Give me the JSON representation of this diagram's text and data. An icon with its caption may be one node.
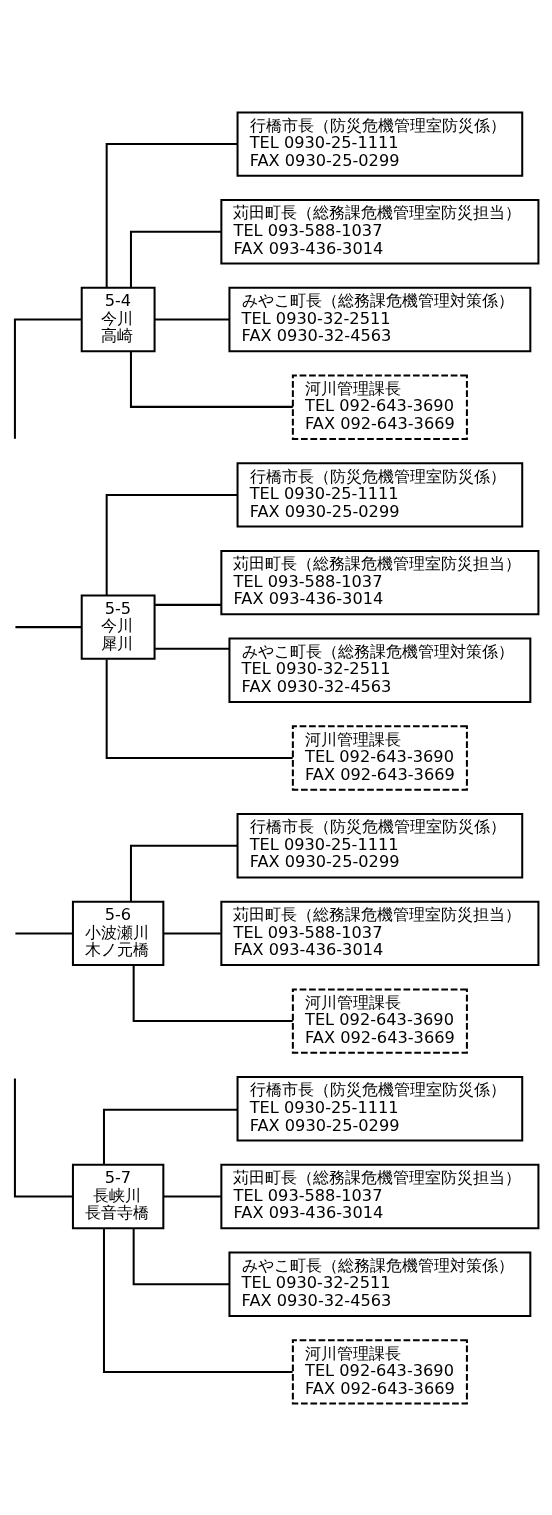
{
  "diagram": {
    "nodes": [
      {
        "text": [
          "5-4",
          "今川",
          "高崎"
        ]
      },
      {
        "text": [
          "行橋市長（防災危機管理室防災係）",
          "TEL 0930-25-1111",
          "FAX 0930-25-0299"
        ]
      },
      {
        "text": [
          "苅田町長（総務課危機管理室防災担当）",
          "TEL 093-588-1037",
          "FAX 093-436-3014"
        ]
      },
      {
        "text": [
          "みやこ町長（総務課危機管理対策係）",
          "TEL 0930-32-2511",
          "FAX 0930-32-4563"
        ]
      },
      {
        "text": [
          "河川管理課長",
          "TEL 092-643-3690",
          "FAX 092-643-3669"
        ]
      },
      {
        "text": [
          "5-5",
          "今川",
          "犀川"
        ]
      },
      {
        "text": [
          "行橋市長（防災危機管理室防災係）",
          "TEL 0930-25-1111",
          "FAX 0930-25-0299"
        ]
      },
      {
        "text": [
          "苅田町長（総務課危機管理室防災担当）",
          "TEL 093-588-1037",
          "FAX 093-436-3014"
        ]
      },
      {
        "text": [
          "みやこ町長（総務課危機管理対策係）",
          "TEL 0930-32-2511",
          "FAX 0930-32-4563"
        ]
      },
      {
        "text": [
          "河川管理課長",
          "TEL 092-643-3690",
          "FAX 092-643-3669"
        ]
      },
      {
        "text": [
          "5-6",
          "小波瀬川",
          "木ノ元橋"
        ]
      },
      {
        "text": [
          "行橋市長（防災危機管理室防災係）",
          "TEL 0930-25-1111",
          "FAX 0930-25-0299"
        ]
      },
      {
        "text": [
          "苅田町長（総務課危機管理室防災担当）",
          "TEL 093-588-1037",
          "FAX 093-436-3014"
        ]
      },
      {
        "text": [
          "河川管理課長",
          "TEL 092-643-3690",
          "FAX 092-643-3669"
        ]
      },
      {
        "text": [
          "5-7",
          "長峡川",
          "長音寺橋"
        ]
      },
      {
        "text": [
          "行橋市長（防災危機管理室防災係）",
          "TEL 0930-25-1111",
          "FAX 0930-25-0299"
        ]
      },
      {
        "text": [
          "苅田町長（総務課危機管理室防災担当）",
          "TEL 093-588-1037",
          "FAX 093-436-3014"
        ]
      },
      {
        "text": [
          "みやこ町長（総務課危機管理対策係）",
          "TEL 0930-32-2511",
          "FAX 0930-32-4563"
        ]
      },
      {
        "text": [
          "河川管理課長",
          "TEL 092-643-3690",
          "FAX 092-643-3669"
        ]
      }
    ],
    "edges": [
      {
        "from": null,
        "to": 0,
        "arrow": "none"
      },
      {
        "from": 0,
        "to": 1,
        "arrow": "none"
      },
      {
        "from": 0,
        "to": 2,
        "arrow": "none"
      },
      {
        "from": 0,
        "to": 3,
        "arrow": "none"
      },
      {
        "from": 0,
        "to": 4,
        "arrow": "none"
      },
      {
        "from": null,
        "to": 5,
        "arrow": "none"
      },
      {
        "from": 5,
        "to": 6,
        "arrow": "none"
      },
      {
        "from": 5,
        "to": 7,
        "arrow": "none"
      },
      {
        "from": 5,
        "to": 8,
        "arrow": "none"
      },
      {
        "from": 5,
        "to": 9,
        "arrow": "none"
      },
      {
        "from": null,
        "to": 10,
        "arrow": "none"
      },
      {
        "from": 10,
        "to": 11,
        "arrow": "none"
      },
      {
        "from": 10,
        "to": 12,
        "arrow": "none"
      },
      {
        "from": 10,
        "to": 13,
        "arrow": "none"
      },
      {
        "from": null,
        "to": 14,
        "arrow": "none"
      },
      {
        "from": 14,
        "to": 15,
        "arrow": "none"
      },
      {
        "from": 14,
        "to": 16,
        "arrow": "none"
      },
      {
        "from": 14,
        "to": 17,
        "arrow": "none"
      },
      {
        "from": 14,
        "to": 18,
        "arrow": "none"
      }
    ]
  }
}
